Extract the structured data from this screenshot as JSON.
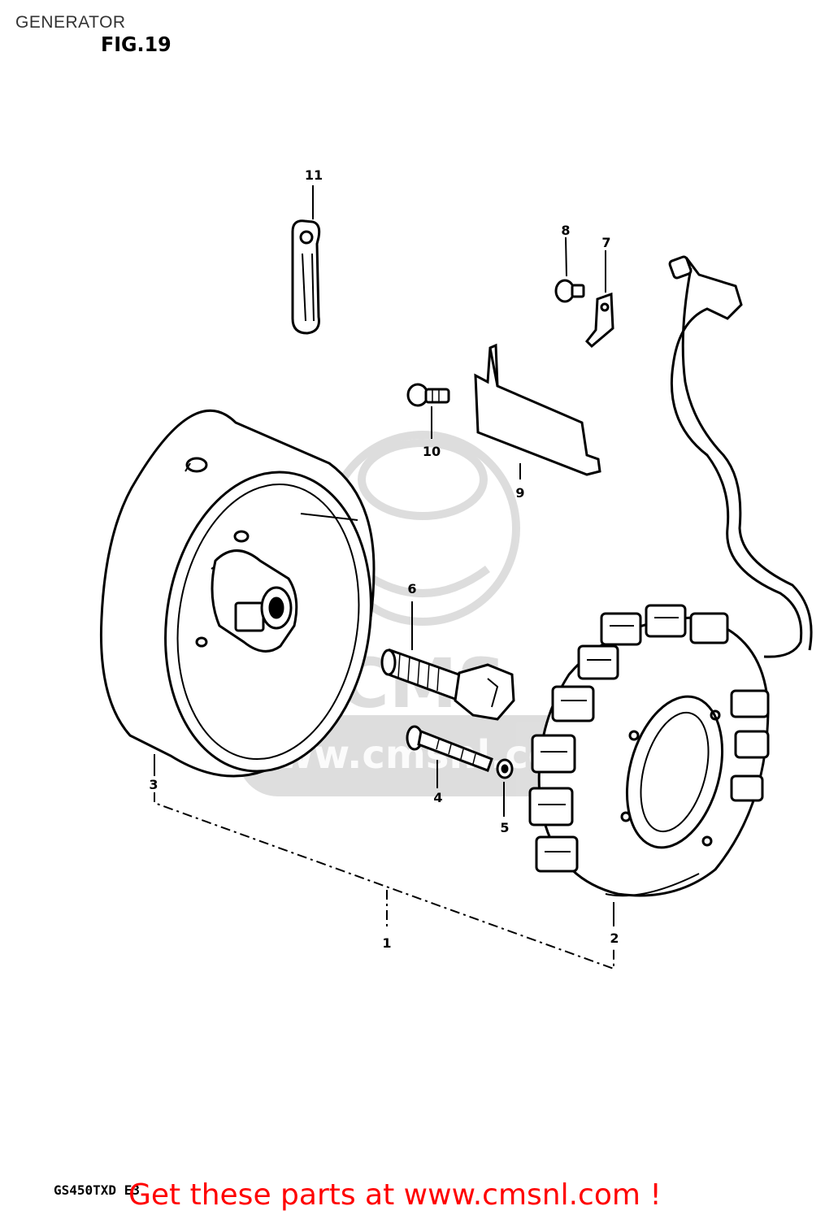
{
  "header": {
    "title": "GENERATOR",
    "figure": "FIG.19"
  },
  "callouts": [
    "1",
    "2",
    "3",
    "4",
    "5",
    "6",
    "7",
    "8",
    "9",
    "10",
    "11"
  ],
  "watermark": {
    "text": "www.cmsnl.com",
    "logo_text": "CMS"
  },
  "footer": {
    "model_code": "GS450TXD E3",
    "link_text": "Get these parts at www.cmsnl.com !",
    "link_color": "#ff0000"
  }
}
